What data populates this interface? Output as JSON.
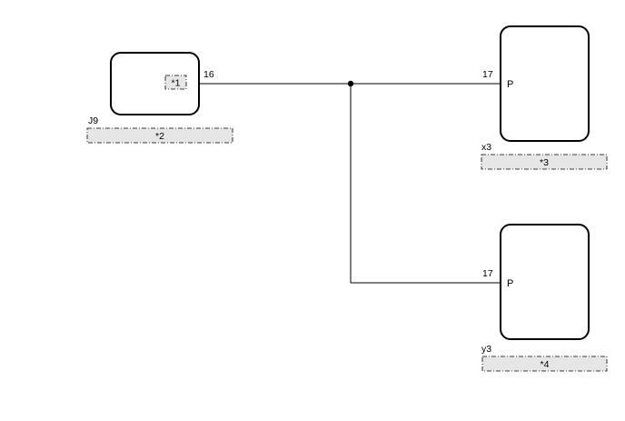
{
  "components": {
    "j9": {
      "connector": "J9",
      "callout": "*1",
      "label": "*2",
      "pin": "16"
    },
    "x3": {
      "connector": "x3",
      "label": "*3",
      "pin": "17",
      "terminal": "P"
    },
    "y3": {
      "connector": "y3",
      "label": "*4",
      "pin": "17",
      "terminal": "P"
    }
  },
  "colors": {
    "line": "#000000",
    "tag_fill": "#e6e6e6",
    "background": "#ffffff"
  }
}
